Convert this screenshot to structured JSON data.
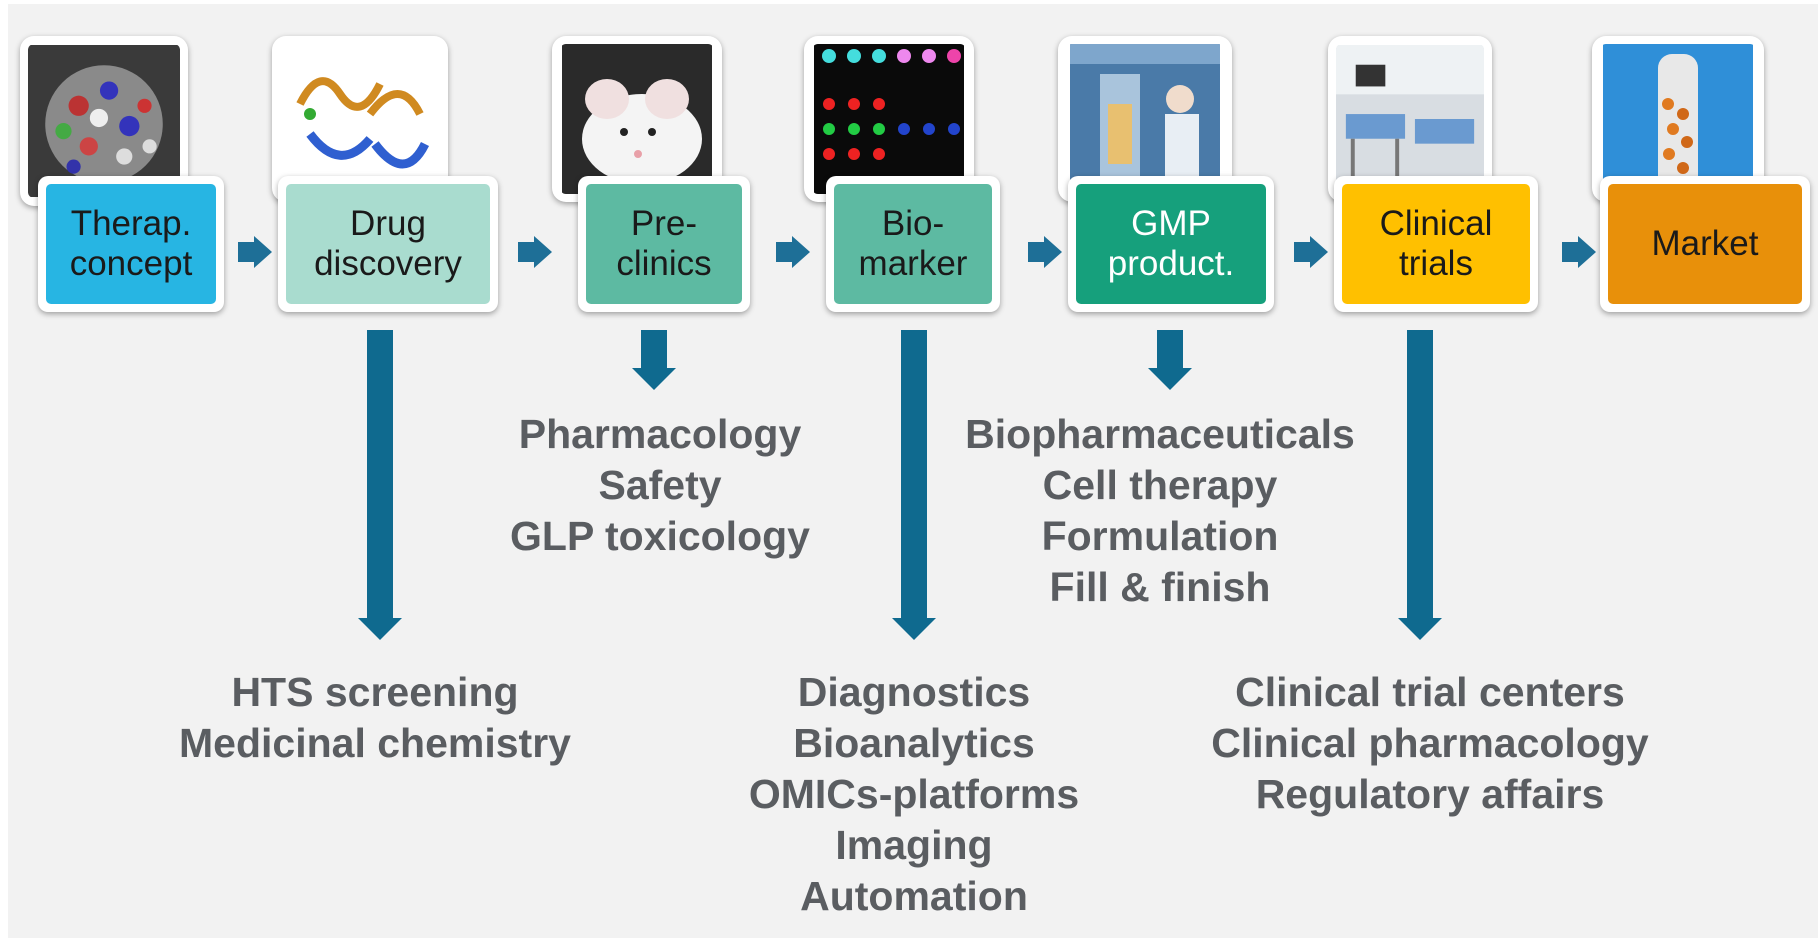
{
  "stages": [
    {
      "label": "Therap.\nconcept",
      "color": "#27b5e3",
      "photo": "protein-molecule-photo"
    },
    {
      "label": "Drug\ndiscovery",
      "color": "#a9dccf",
      "photo": "protein-ribbon-structure"
    },
    {
      "label": "Pre-\nclinics",
      "color": "#5dbaa2",
      "photo": "white-mouse-photo"
    },
    {
      "label": "Bio-\nmarker",
      "color": "#5dbaa2",
      "photo": "microarray-dots-photo"
    },
    {
      "label": "GMP\nproduct.",
      "color": "#16a07c",
      "photo": "bioreactor-lab-photo"
    },
    {
      "label": "Clinical\ntrials",
      "color": "#ffc000",
      "photo": "hospital-beds-photo"
    },
    {
      "label": "Market",
      "color": "#e8900a",
      "photo": "pill-tube-photo"
    }
  ],
  "activities": {
    "drug_discovery": [
      "HTS screening",
      "Medicinal chemistry"
    ],
    "preclinics": [
      "Pharmacology",
      "Safety",
      "GLP toxicology"
    ],
    "biomarker": [
      "Diagnostics",
      "Bioanalytics",
      "OMICs-platforms",
      "Imaging",
      "Automation"
    ],
    "gmp": [
      "Biopharmaceuticals",
      "Cell therapy",
      "Formulation",
      "Fill & finish"
    ],
    "clinical": [
      "Clinical trial centers",
      "Clinical pharmacology",
      "Regulatory affairs"
    ]
  },
  "colors": {
    "arrow": "#1e6f97",
    "activity_text": "#5a5d61",
    "panel": "#f2f2f2"
  }
}
